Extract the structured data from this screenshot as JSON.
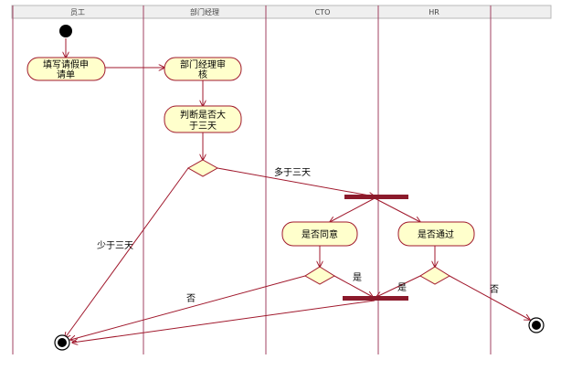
{
  "swimlanes": [
    {
      "id": "employee",
      "label": "员工"
    },
    {
      "id": "manager",
      "label": "部门经理"
    },
    {
      "id": "cto",
      "label": "CTO"
    },
    {
      "id": "hr",
      "label": "HR"
    }
  ],
  "activities": {
    "fill_request": [
      "填写请假申",
      "请单"
    ],
    "manager_review": [
      "部门经理审",
      "核"
    ],
    "check_days": [
      "判断是否大",
      "于三天"
    ],
    "cto_agree": [
      "是否同意"
    ],
    "hr_pass": [
      "是否通过"
    ]
  },
  "edge_labels": {
    "more_than_three": "多于三天",
    "less_than_three": "少于三天",
    "cto_yes": "是",
    "cto_no": "否",
    "hr_yes": "是",
    "hr_no": "否"
  },
  "colors": {
    "edge": "#a0182c",
    "node_fill": "#ffffcc",
    "node_stroke": "#a0182c",
    "bar": "#8b1a2b",
    "lane_line": "#a04060",
    "header_fill": "#efefef"
  }
}
